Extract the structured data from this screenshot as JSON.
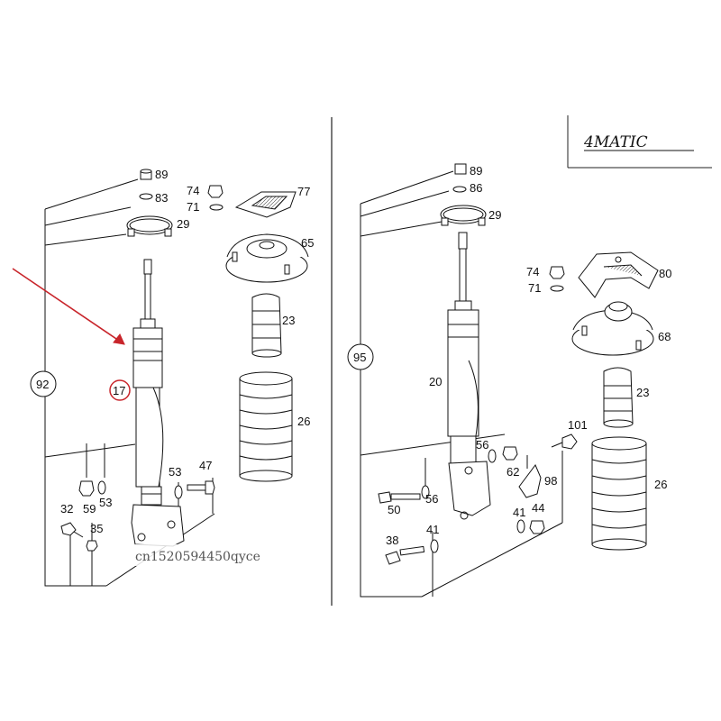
{
  "logo_text": "4MATIC",
  "watermark": "cn1520594450qyce",
  "left_panel": {
    "group_label": "92",
    "highlight_label": "17",
    "parts": {
      "p89": "89",
      "p83": "83",
      "p29": "29",
      "p74": "74",
      "p71": "71",
      "p77": "77",
      "p65": "65",
      "p23": "23",
      "p26": "26",
      "p53a": "53",
      "p47": "47",
      "p53b": "53",
      "p32": "32",
      "p59": "59",
      "p35": "35"
    }
  },
  "right_panel": {
    "group_label": "95",
    "parts": {
      "p89": "89",
      "p86": "86",
      "p29": "29",
      "p74": "74",
      "p71": "71",
      "p80": "80",
      "p68": "68",
      "p23": "23",
      "p20": "20",
      "p101": "101",
      "p56a": "56",
      "p62": "62",
      "p98": "98",
      "p26": "26",
      "p50": "50",
      "p56b": "56",
      "p41a": "41",
      "p44": "44",
      "p38": "38",
      "p41b": "41"
    }
  },
  "colors": {
    "highlight": "#c8252b",
    "arrow": "#c8252b",
    "ink": "#111111"
  }
}
